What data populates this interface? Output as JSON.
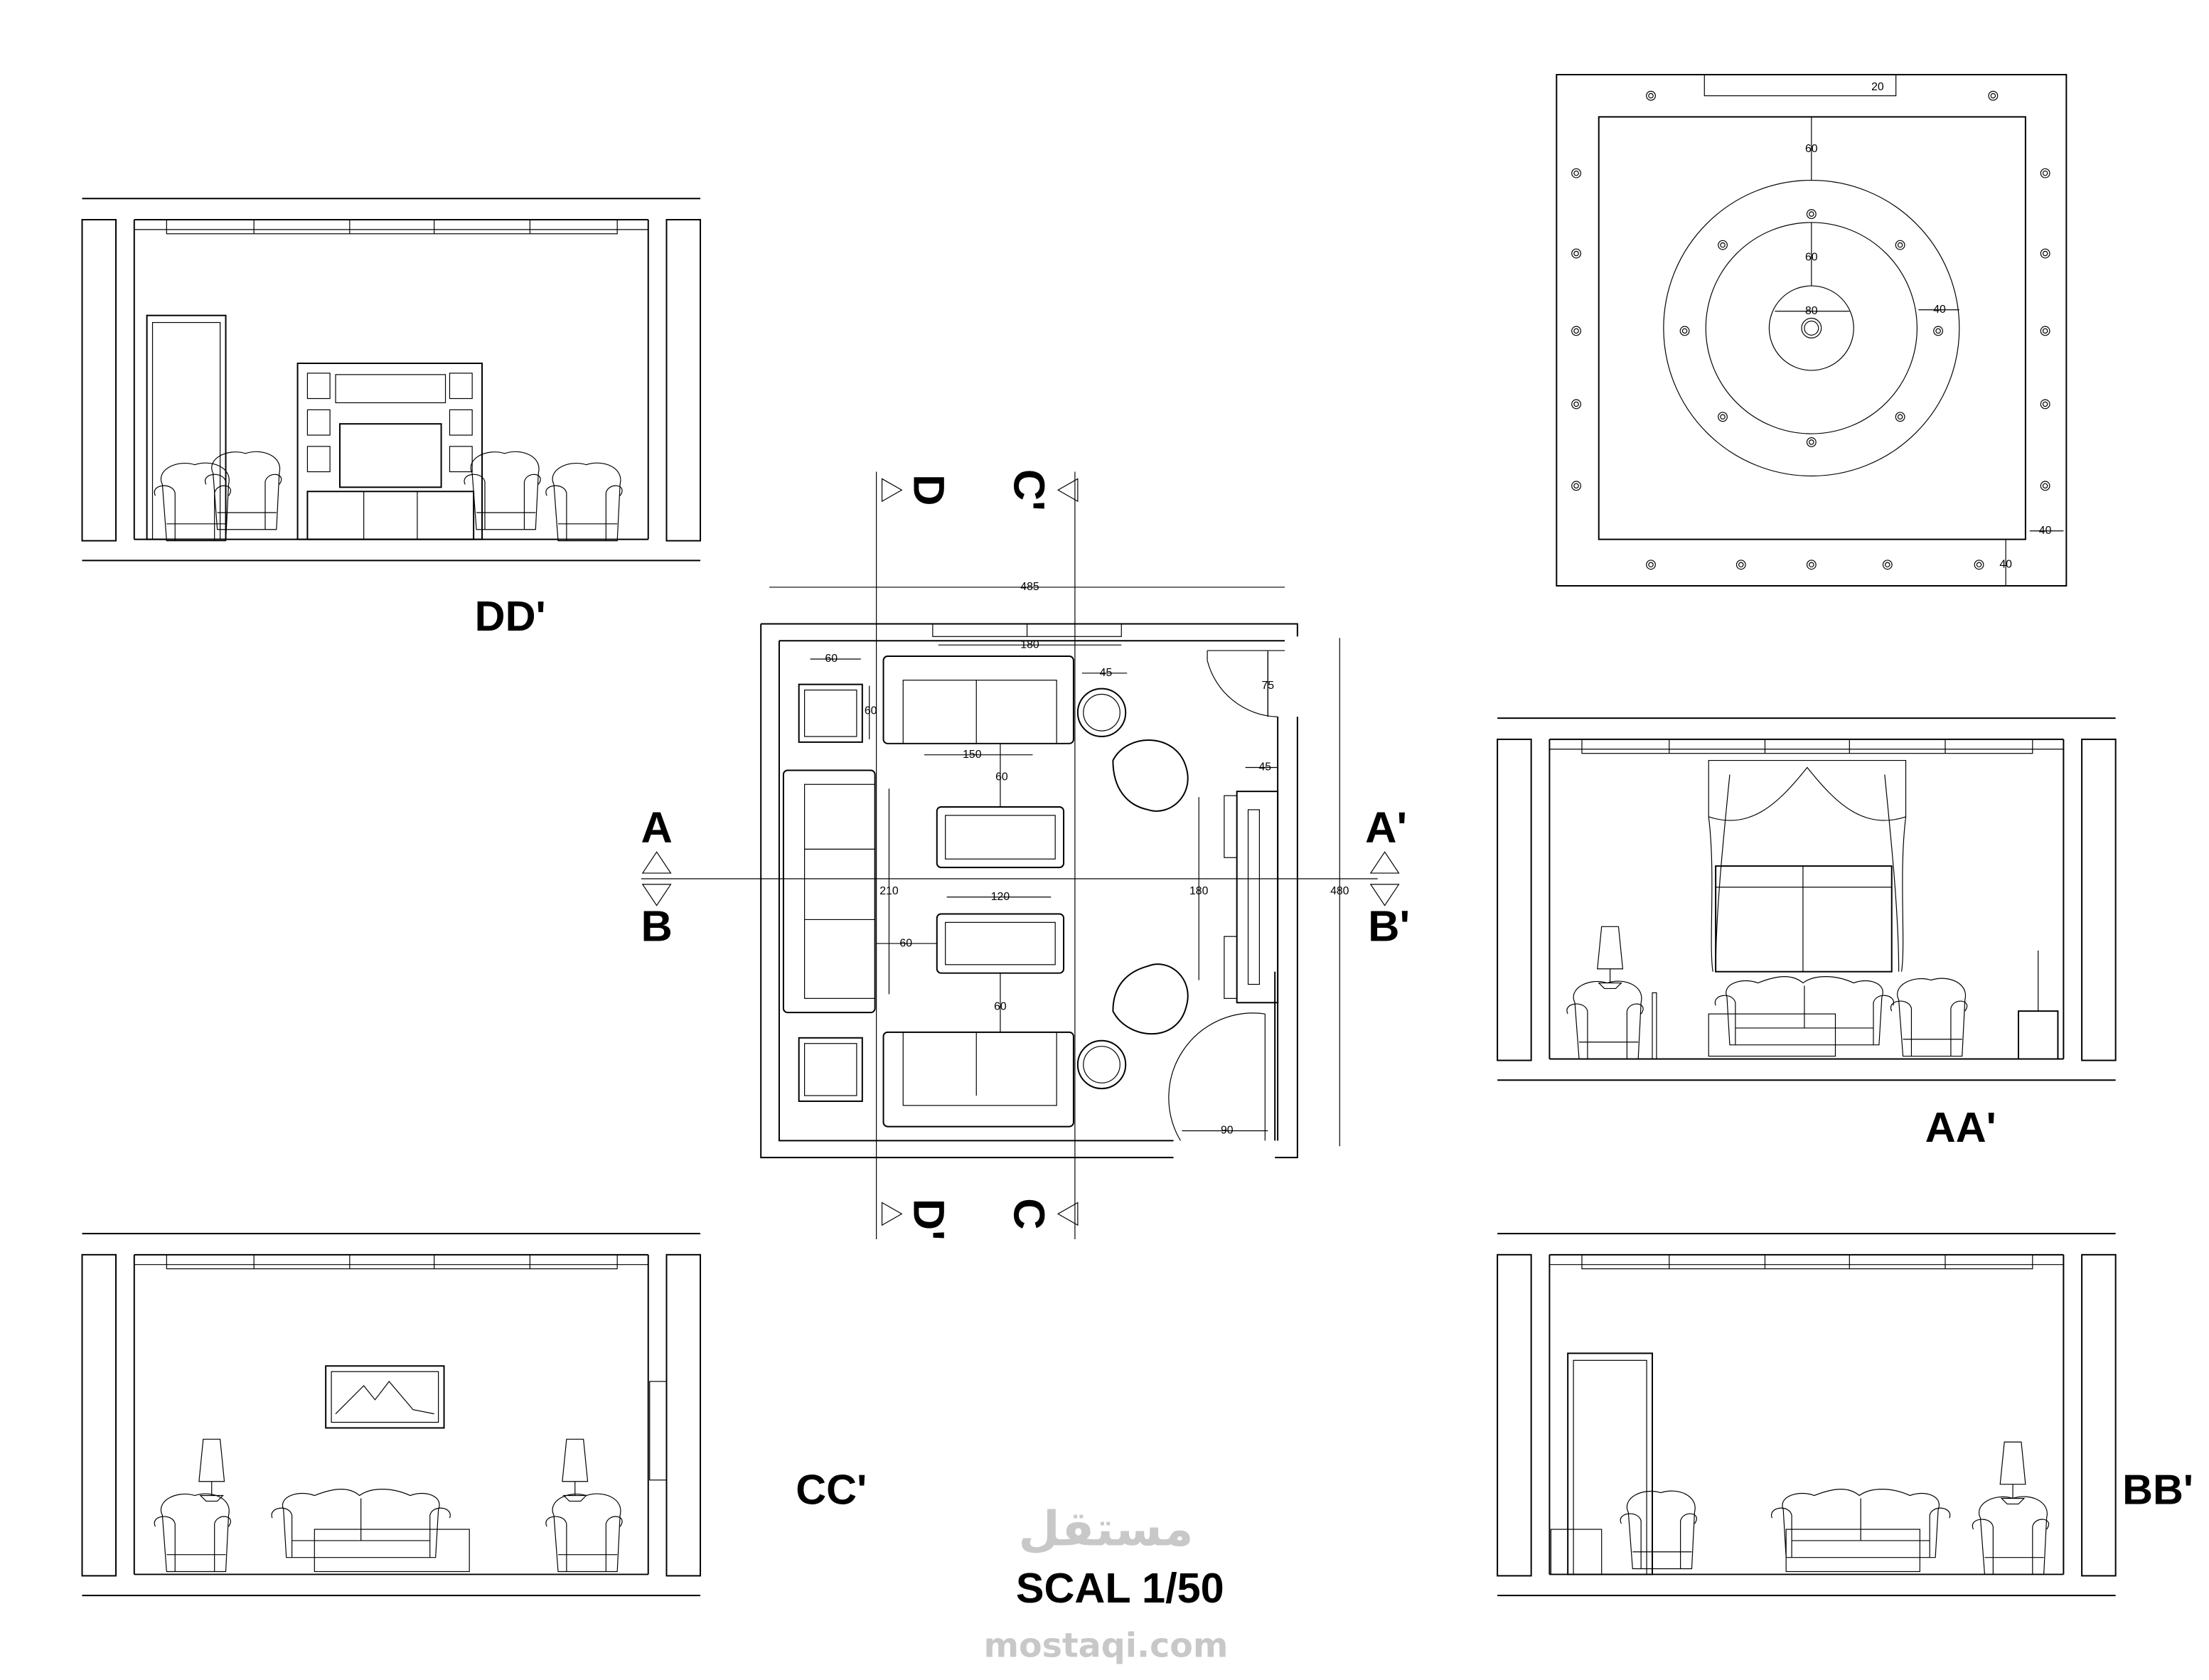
{
  "plan": {
    "title": "Living room floor plan",
    "dimensions": {
      "overall_width": "485",
      "window": "180",
      "side_table": "60",
      "side_table_depth": "60",
      "round_table": "45",
      "door_top": "75",
      "sofa_top": "150",
      "gap_top": "60",
      "tv_offset": "45",
      "left_sofa": "210",
      "tv_wall": "180",
      "overall_depth": "480",
      "coffee_table": "120",
      "gap_left": "60",
      "gap_bottom": "60",
      "door_bottom": "90"
    },
    "section_marks": {
      "d_top": "D",
      "c_top": "C'",
      "d_bottom": "D'",
      "c_bottom": "C",
      "a_left": "A",
      "b_left": "B",
      "a_right": "A'",
      "b_right": "B'"
    }
  },
  "ceiling": {
    "dims": {
      "curtain": "20",
      "outer_ring_offset": "60",
      "inner_ring_offset": "60",
      "center_dia": "80",
      "ring_width": "40",
      "border_right": "40",
      "border_bottom": "40"
    }
  },
  "elevations": {
    "dd": "DD'",
    "aa": "AA'",
    "cc": "CC'",
    "bb": "BB'"
  },
  "scale_label": "SCAL 1/50",
  "watermark": {
    "arabic": "مستقل",
    "latin": "mostaqi.com"
  }
}
